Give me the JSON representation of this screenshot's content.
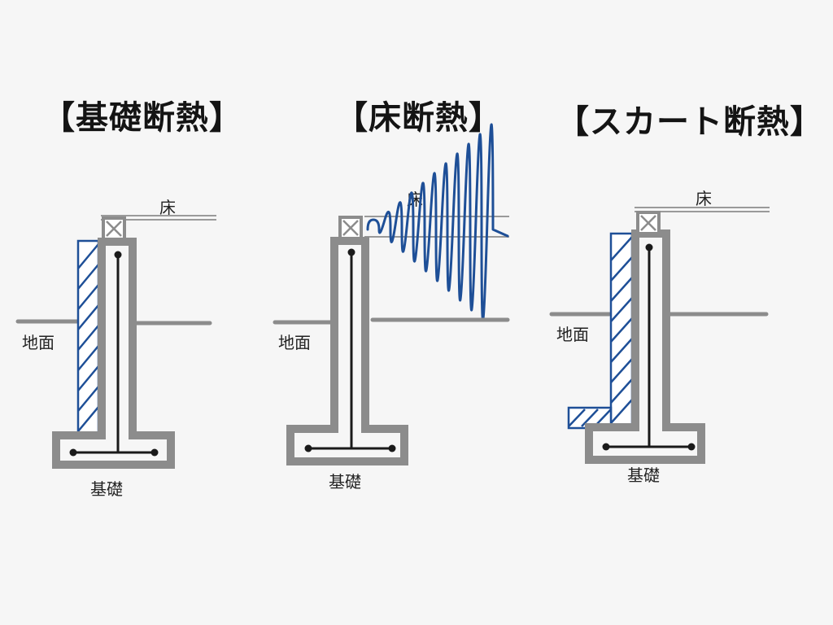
{
  "headings": {
    "foundation": "【基礎断熱】",
    "floor": "【床断熱】",
    "skirt": "【スカート断熱】"
  },
  "labels": {
    "floor": "床",
    "ground": "地面",
    "foundation": "基礎"
  },
  "colors": {
    "background": "#f6f6f6",
    "concrete": "#8c8c8c",
    "insulation": "#1e4f97",
    "rebar": "#1a1a1a"
  }
}
